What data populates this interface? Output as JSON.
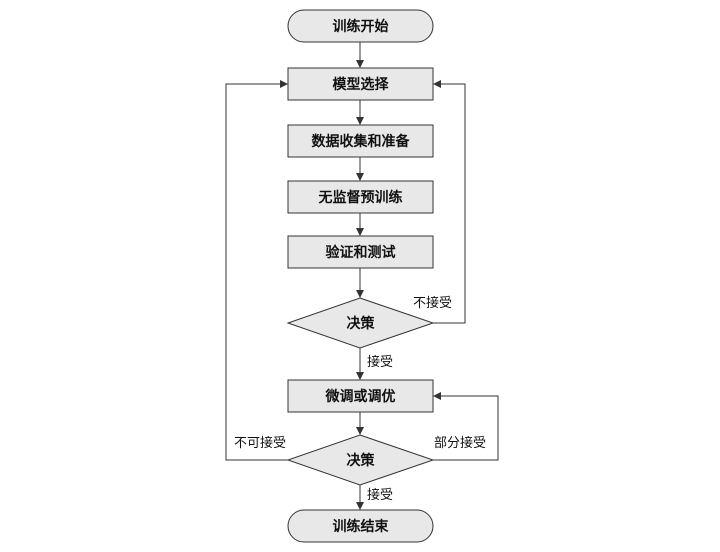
{
  "nodes": {
    "start": "训练开始",
    "model_select": "模型选择",
    "data_prep": "数据收集和准备",
    "unsup_pretrain": "无监督预训练",
    "validate_test": "验证和测试",
    "decision1": "决策",
    "finetune": "微调或调优",
    "decision2": "决策",
    "end": "训练结束"
  },
  "edges": {
    "reject": "不接受",
    "accept1": "接受",
    "not_acceptable": "不可接受",
    "partial_accept": "部分接受",
    "accept2": "接受"
  },
  "colors": {
    "box_fill": "#e8e8e8",
    "stroke": "#333333"
  }
}
